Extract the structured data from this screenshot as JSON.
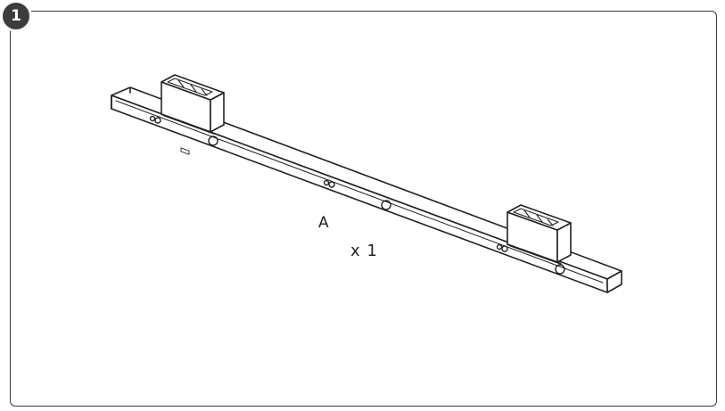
{
  "step": {
    "number": "1"
  },
  "part": {
    "letter": "A",
    "quantity": "x 1"
  },
  "colors": {
    "line": "#222222",
    "badge": "#3c3c3c",
    "frame": "#3a3a3a"
  }
}
